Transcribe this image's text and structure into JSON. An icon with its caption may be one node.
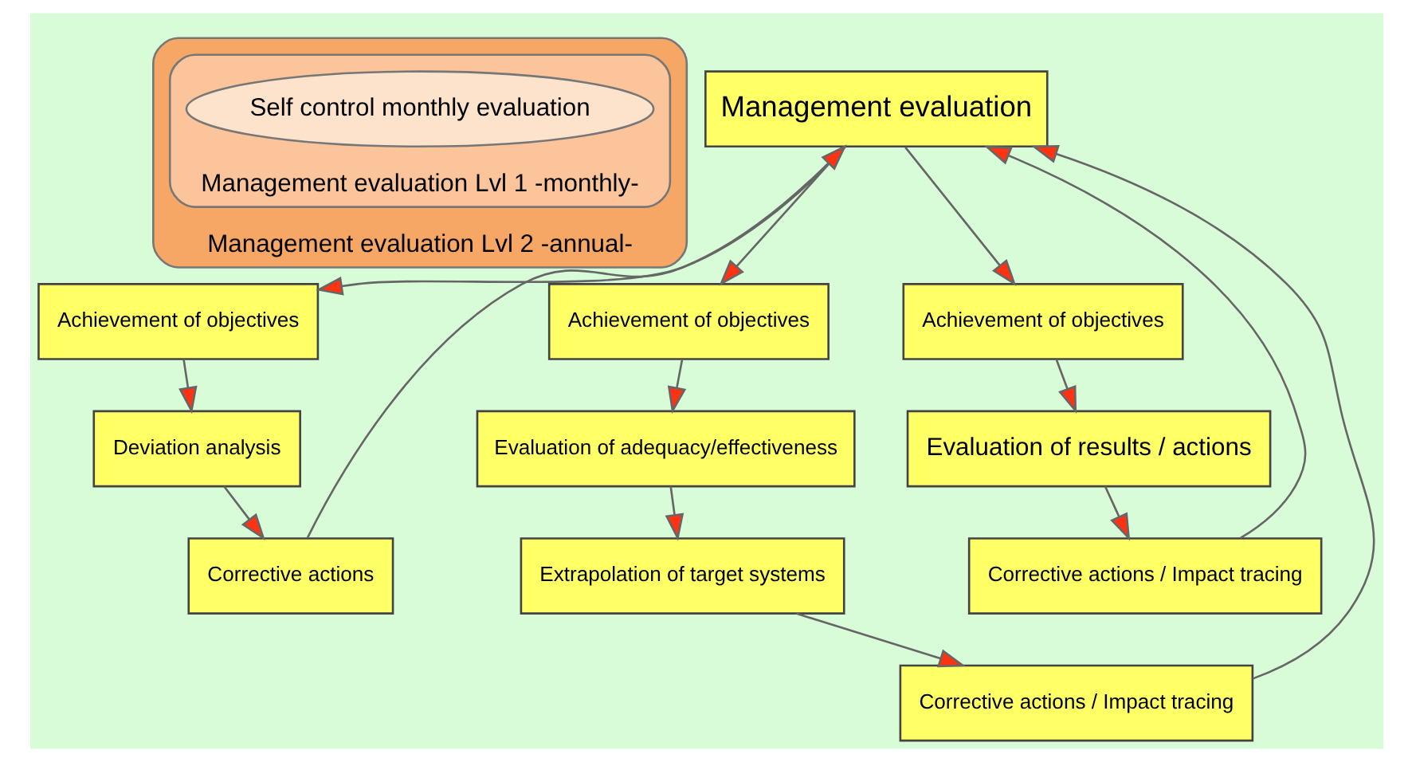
{
  "diagram": {
    "nodes": [
      {
        "text": [
          "Management evaluation Lvl 2 -annual-"
        ]
      },
      {
        "text": [
          "Management evaluation Lvl 1 -monthly-"
        ],
        "in": 0
      },
      {
        "text": [
          "Self control monthly evaluation"
        ],
        "in": 1
      },
      {
        "text": [
          "Management evaluation"
        ]
      },
      {
        "text": [
          "Corrective actions"
        ]
      },
      {
        "text": [
          "Achievement of objectives"
        ]
      },
      {
        "text": [
          "Deviation analysis"
        ]
      },
      {
        "text": [
          "Corrective actions / Impact tracing"
        ]
      },
      {
        "text": [
          "Achievement of objectives"
        ]
      },
      {
        "text": [
          "Evaluation of results / actions"
        ]
      },
      {
        "text": [
          "Corrective actions / Impact tracing"
        ]
      },
      {
        "text": [
          "Achievement of objectives"
        ]
      },
      {
        "text": [
          "Extrapolation of target systems"
        ]
      },
      {
        "text": [
          "Evaluation of adequacy/effectiveness"
        ]
      }
    ],
    "edges": [
      {
        "from": 3,
        "to": 5,
        "arrow": "to"
      },
      {
        "from": 5,
        "to": 6,
        "arrow": "to"
      },
      {
        "from": 6,
        "to": 4,
        "arrow": "to"
      },
      {
        "from": 4,
        "to": 3,
        "arrow": "to"
      },
      {
        "from": 3,
        "to": 8,
        "arrow": "to"
      },
      {
        "from": 8,
        "to": 9,
        "arrow": "to"
      },
      {
        "from": 9,
        "to": 7,
        "arrow": "to"
      },
      {
        "from": 7,
        "to": 3,
        "arrow": "to"
      },
      {
        "from": 3,
        "to": 11,
        "arrow": "to"
      },
      {
        "from": 11,
        "to": 13,
        "arrow": "to"
      },
      {
        "from": 13,
        "to": 12,
        "arrow": "to"
      },
      {
        "from": 12,
        "to": 10,
        "arrow": "to"
      },
      {
        "from": 10,
        "to": 3,
        "arrow": "to"
      }
    ]
  }
}
